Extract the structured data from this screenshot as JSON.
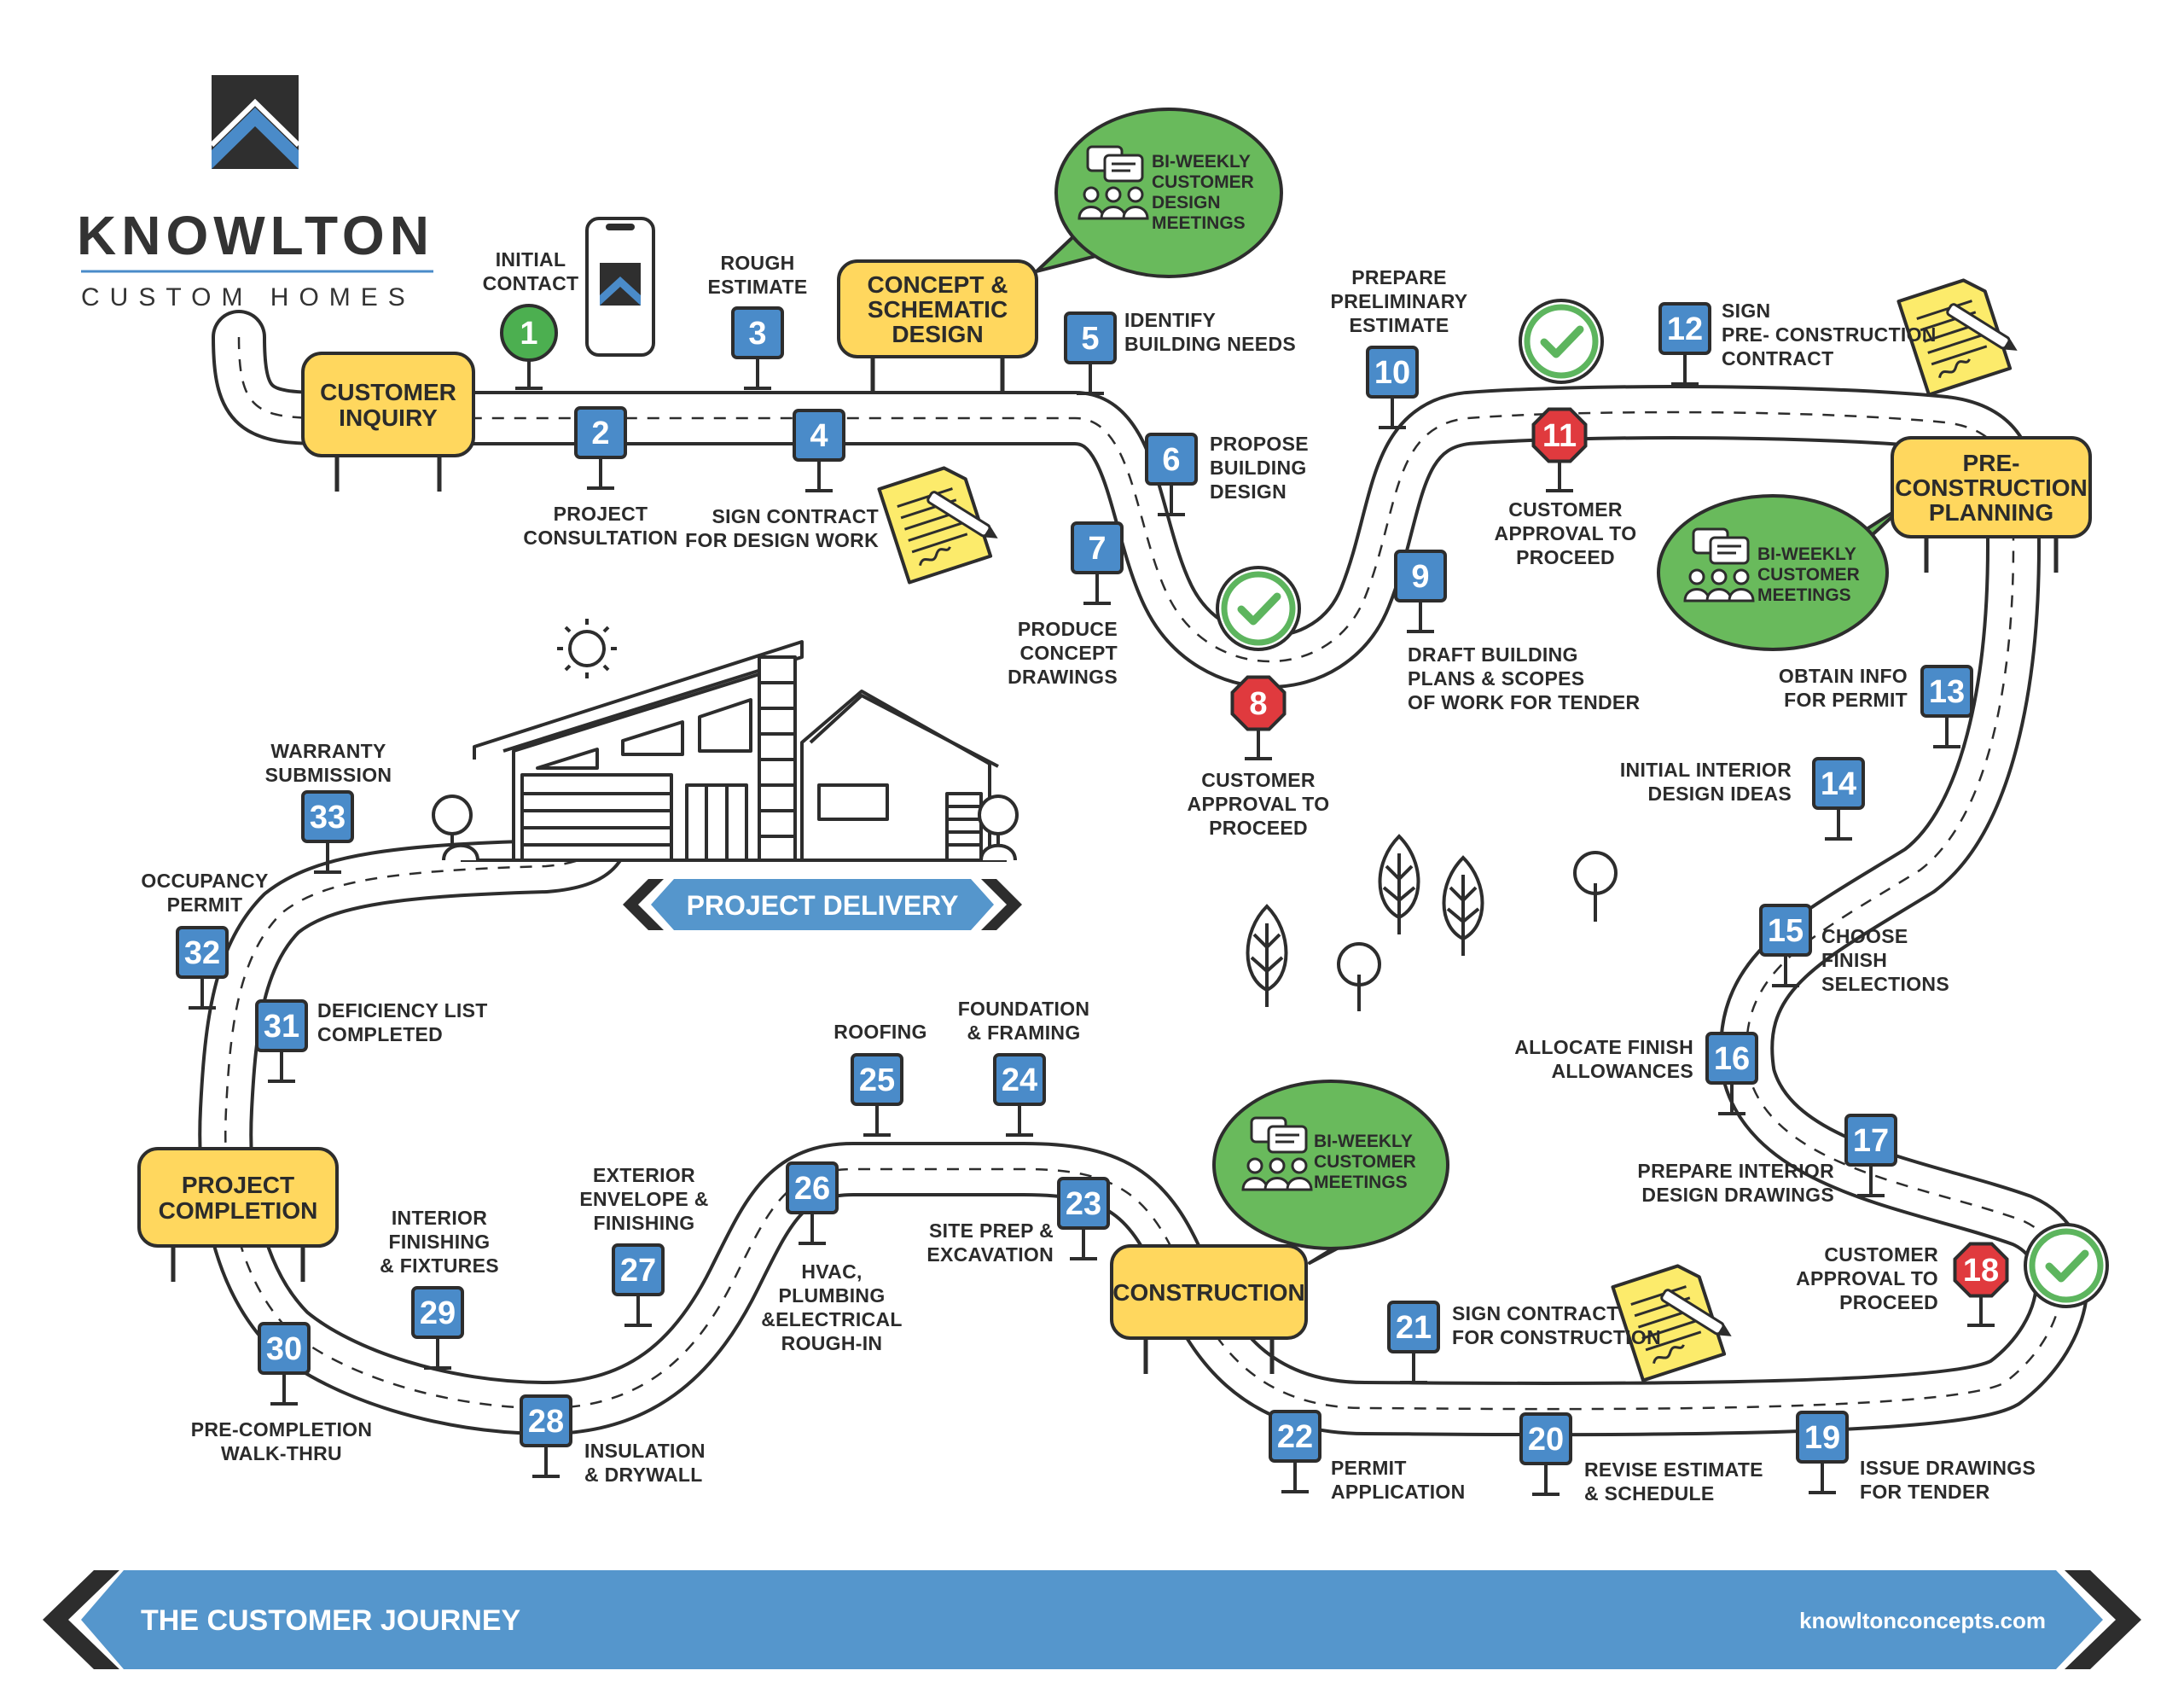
{
  "brand": {
    "name": "KNOWLTON",
    "tagline": "CUSTOM HOMES"
  },
  "colors": {
    "step_blue": "#4A8BC9",
    "stage_yellow": "#FFD75E",
    "stop_red": "#E03A3E",
    "check_green": "#5DB55E",
    "bubble_green": "#69BA5C",
    "banner_blue": "#5596CC",
    "banner_dark": "#2D2D2D",
    "start_green": "#4CAF50"
  },
  "stages": [
    {
      "id": "customer-inquiry",
      "lines": [
        "CUSTOMER",
        "INQUIRY"
      ]
    },
    {
      "id": "concept-schematic-design",
      "lines": [
        "CONCEPT &",
        "SCHEMATIC",
        "DESIGN"
      ]
    },
    {
      "id": "pre-construction-planning",
      "lines": [
        "PRE-",
        "CONSTRUCTION",
        "PLANNING"
      ]
    },
    {
      "id": "construction",
      "lines": [
        "CONSTRUCTION"
      ]
    },
    {
      "id": "project-completion",
      "lines": [
        "PROJECT",
        "COMPLETION"
      ]
    }
  ],
  "steps": [
    {
      "n": "1",
      "lines": [
        "INITIAL",
        "CONTACT"
      ]
    },
    {
      "n": "2",
      "lines": [
        "PROJECT",
        "CONSULTATION"
      ]
    },
    {
      "n": "3",
      "lines": [
        "ROUGH",
        "ESTIMATE"
      ]
    },
    {
      "n": "4",
      "lines": [
        "SIGN CONTRACT",
        "FOR DESIGN WORK"
      ]
    },
    {
      "n": "5",
      "lines": [
        "IDENTIFY",
        "BUILDING NEEDS"
      ]
    },
    {
      "n": "6",
      "lines": [
        "PROPOSE",
        "BUILDING",
        "DESIGN"
      ]
    },
    {
      "n": "7",
      "lines": [
        "PRODUCE",
        "CONCEPT",
        "DRAWINGS"
      ]
    },
    {
      "n": "8",
      "lines": [
        "CUSTOMER",
        "APPROVAL TO",
        "PROCEED"
      ]
    },
    {
      "n": "9",
      "lines": [
        "DRAFT BUILDING",
        "PLANS & SCOPES",
        "OF WORK FOR TENDER"
      ]
    },
    {
      "n": "10",
      "lines": [
        "PREPARE",
        "PRELIMINARY",
        "ESTIMATE"
      ]
    },
    {
      "n": "11",
      "lines": [
        "CUSTOMER",
        "APPROVAL TO",
        "PROCEED"
      ]
    },
    {
      "n": "12",
      "lines": [
        "SIGN",
        "PRE- CONSTRUCTION",
        "CONTRACT"
      ]
    },
    {
      "n": "13",
      "lines": [
        "OBTAIN INFO",
        "FOR PERMIT"
      ]
    },
    {
      "n": "14",
      "lines": [
        "INITIAL INTERIOR",
        "DESIGN IDEAS"
      ]
    },
    {
      "n": "15",
      "lines": [
        "CHOOSE",
        "FINISH",
        "SELECTIONS"
      ]
    },
    {
      "n": "16",
      "lines": [
        "ALLOCATE FINISH",
        "ALLOWANCES"
      ]
    },
    {
      "n": "17",
      "lines": [
        "PREPARE INTERIOR",
        "DESIGN DRAWINGS"
      ]
    },
    {
      "n": "18",
      "lines": [
        "CUSTOMER",
        "APPROVAL TO",
        "PROCEED"
      ]
    },
    {
      "n": "19",
      "lines": [
        "ISSUE DRAWINGS",
        "FOR TENDER"
      ]
    },
    {
      "n": "20",
      "lines": [
        "REVISE ESTIMATE",
        "& SCHEDULE"
      ]
    },
    {
      "n": "21",
      "lines": [
        "SIGN CONTRACT",
        "FOR CONSTRUCTION"
      ]
    },
    {
      "n": "22",
      "lines": [
        "PERMIT",
        "APPLICATION"
      ]
    },
    {
      "n": "23",
      "lines": [
        "SITE PREP &",
        "EXCAVATION"
      ]
    },
    {
      "n": "24",
      "lines": [
        "FOUNDATION",
        "& FRAMING"
      ]
    },
    {
      "n": "25",
      "lines": [
        "ROOFING"
      ]
    },
    {
      "n": "26",
      "lines": [
        "HVAC,",
        "PLUMBING",
        "&ELECTRICAL",
        "ROUGH-IN"
      ]
    },
    {
      "n": "27",
      "lines": [
        "EXTERIOR",
        "ENVELOPE &",
        "FINISHING"
      ]
    },
    {
      "n": "28",
      "lines": [
        "INSULATION",
        "& DRYWALL"
      ]
    },
    {
      "n": "29",
      "lines": [
        "INTERIOR",
        "FINISHING",
        "& FIXTURES"
      ]
    },
    {
      "n": "30",
      "lines": [
        "PRE-COMPLETION",
        "WALK-THRU"
      ]
    },
    {
      "n": "31",
      "lines": [
        "DEFICIENCY LIST",
        "COMPLETED"
      ]
    },
    {
      "n": "32",
      "lines": [
        "OCCUPANCY",
        "PERMIT"
      ]
    },
    {
      "n": "33",
      "lines": [
        "WARRANTY",
        "SUBMISSION"
      ]
    }
  ],
  "bubbles": [
    {
      "id": "design",
      "lines": [
        "BI-WEEKLY",
        "CUSTOMER",
        "DESIGN",
        "MEETINGS"
      ]
    },
    {
      "id": "planning",
      "lines": [
        "BI-WEEKLY",
        "CUSTOMER",
        "MEETINGS"
      ]
    },
    {
      "id": "construction",
      "lines": [
        "BI-WEEKLY",
        "CUSTOMER",
        "MEETINGS"
      ]
    }
  ],
  "delivery": {
    "label": "PROJECT DELIVERY"
  },
  "footer": {
    "title": "THE CUSTOMER JOURNEY",
    "url": "knowltonconcepts.com"
  }
}
